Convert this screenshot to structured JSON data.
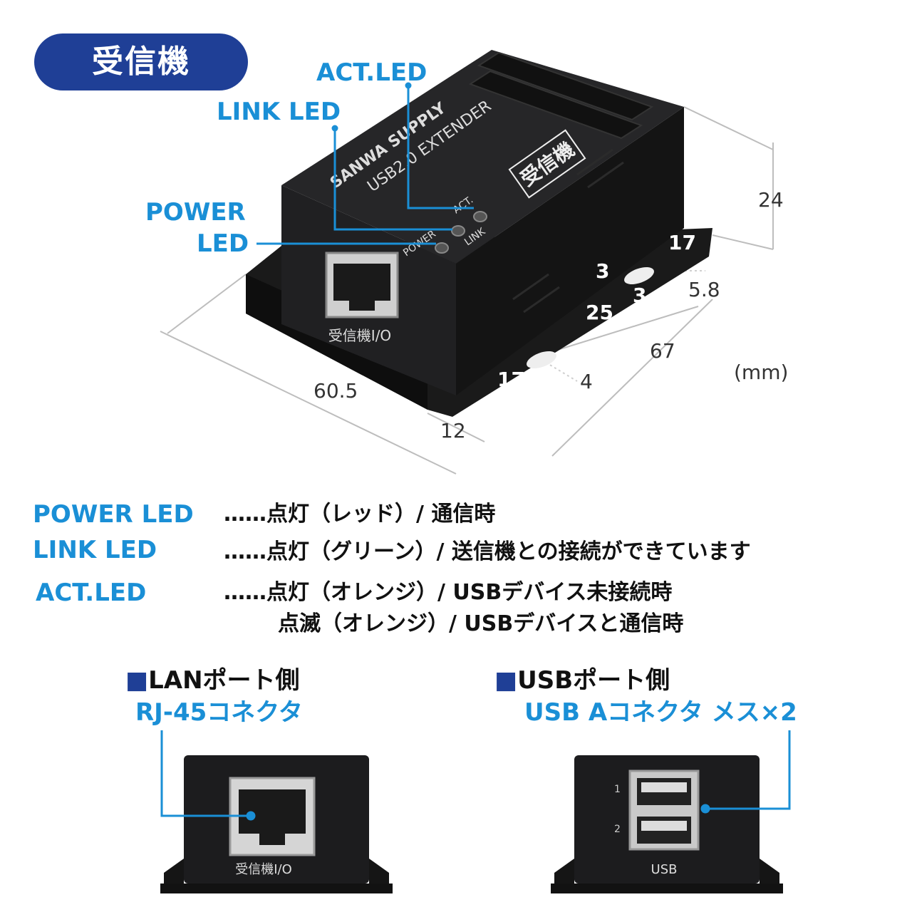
{
  "header": {
    "badge": "受信機"
  },
  "device": {
    "brand": "SANWA SUPPLY",
    "model": "USB2.0 EXTENDER",
    "label": "受信機",
    "led_labels": {
      "power": "POWER",
      "act": "ACT.",
      "link": "LINK"
    },
    "port_label": "受信機I/O"
  },
  "callouts": {
    "act_led": "ACT.LED",
    "link_led": "LINK LED",
    "power_led_1": "POWER",
    "power_led_2": "LED"
  },
  "dimensions": {
    "height": "24",
    "top_width": "17",
    "hole_a": "3",
    "hole_b": "3",
    "offset": "5.8",
    "hole_spacing": "25",
    "length": "67",
    "bottom_width": "17",
    "hole_c": "4",
    "depth": "60.5",
    "flange": "12",
    "unit": "(mm)"
  },
  "led_descriptions": [
    {
      "name": "POWER LED",
      "desc": "……点灯（レッド）/ 通信時"
    },
    {
      "name": "LINK LED",
      "desc": "……点灯（グリーン）/ 送信機との接続ができています"
    },
    {
      "name": "ACT.LED",
      "desc": "……点灯（オレンジ）/ USBデバイス未接続時",
      "desc2": "点滅（オレンジ）/ USBデバイスと通信時"
    }
  ],
  "lan_section": {
    "marker": "■",
    "title": "LANポート側",
    "subtitle": "RJ-45コネクタ",
    "port_label": "受信機I/O"
  },
  "usb_section": {
    "marker": "■",
    "title": "USBポート側",
    "subtitle": "USB Aコネクタ メス×2",
    "port_label": "USB",
    "port_1": "1",
    "port_2": "2"
  },
  "colors": {
    "accent_blue": "#1a8fd6",
    "badge_navy": "#1f3f96",
    "device_black": "#1c1c1e"
  }
}
